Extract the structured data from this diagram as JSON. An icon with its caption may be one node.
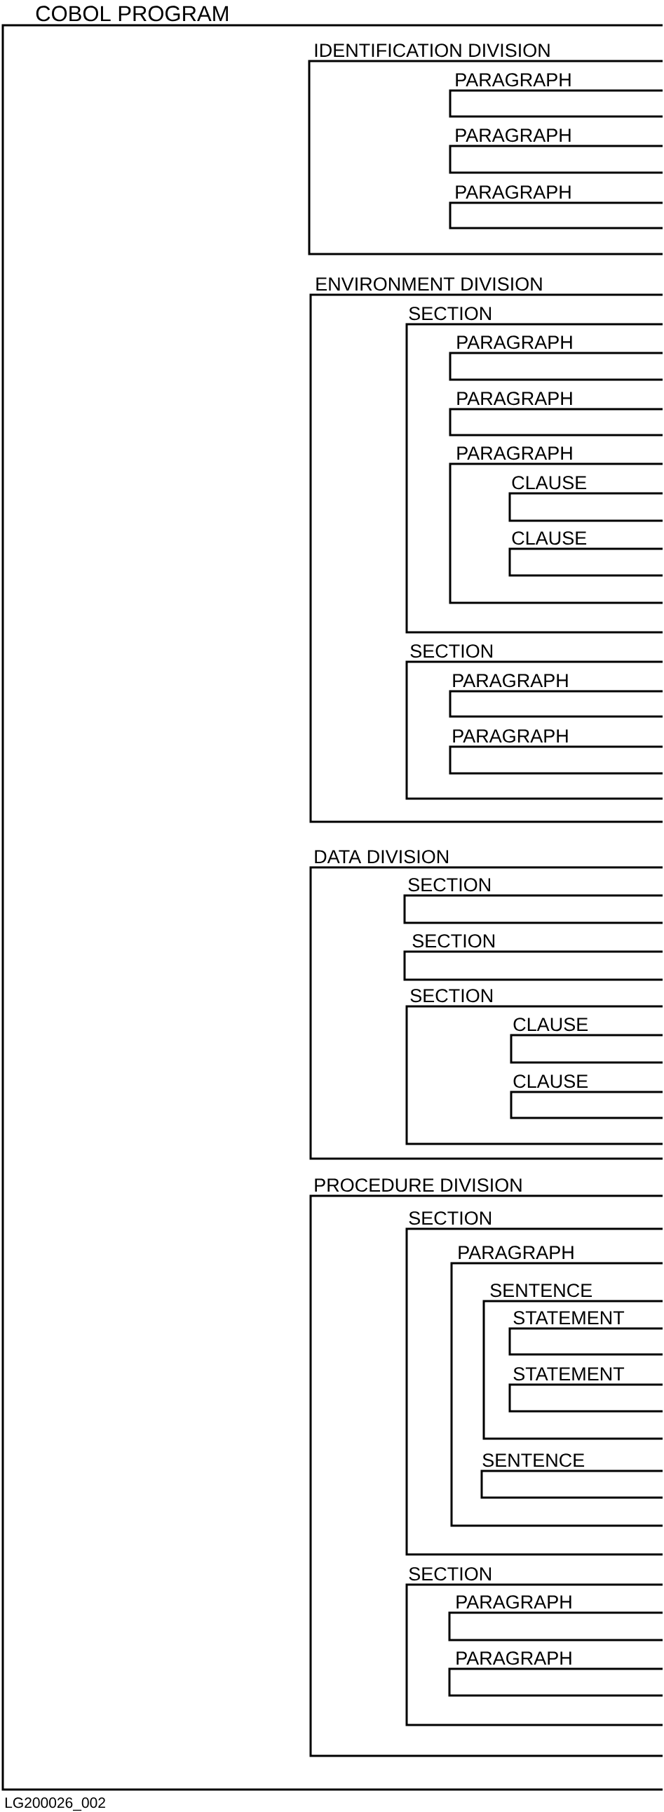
{
  "diagram": {
    "nodes": [
      {
        "text": [
          "COBOL PROGRAM"
        ]
      },
      {
        "text": [
          "IDENTIFICATION DIVISION"
        ],
        "in": 0
      },
      {
        "text": [
          "PARAGRAPH"
        ],
        "in": 1
      },
      {
        "text": [
          "PARAGRAPH"
        ],
        "in": 1
      },
      {
        "text": [
          "PARAGRAPH"
        ],
        "in": 1
      },
      {
        "text": [
          "ENVIRONMENT DIVISION"
        ],
        "in": 0
      },
      {
        "text": [
          "SECTION"
        ],
        "in": 5
      },
      {
        "text": [
          "PARAGRAPH"
        ],
        "in": 6
      },
      {
        "text": [
          "PARAGRAPH"
        ],
        "in": 6
      },
      {
        "text": [
          "PARAGRAPH"
        ],
        "in": 6
      },
      {
        "text": [
          "CLAUSE"
        ],
        "in": 9
      },
      {
        "text": [
          "CLAUSE"
        ],
        "in": 9
      },
      {
        "text": [
          "SECTION"
        ],
        "in": 5
      },
      {
        "text": [
          "PARAGRAPH"
        ],
        "in": 12
      },
      {
        "text": [
          "PARAGRAPH"
        ],
        "in": 12
      },
      {
        "text": [
          "DATA DIVISION"
        ],
        "in": 0
      },
      {
        "text": [
          "SECTION"
        ],
        "in": 15
      },
      {
        "text": [
          "SECTION"
        ],
        "in": 15
      },
      {
        "text": [
          "SECTION"
        ],
        "in": 15
      },
      {
        "text": [
          "CLAUSE"
        ],
        "in": 18
      },
      {
        "text": [
          "CLAUSE"
        ],
        "in": 18
      },
      {
        "text": [
          "PROCEDURE DIVISION"
        ],
        "in": 0
      },
      {
        "text": [
          "SECTION"
        ],
        "in": 21
      },
      {
        "text": [
          "PARAGRAPH"
        ],
        "in": 22
      },
      {
        "text": [
          "SENTENCE"
        ],
        "in": 23
      },
      {
        "text": [
          "STATEMENT"
        ],
        "in": 24
      },
      {
        "text": [
          "STATEMENT"
        ],
        "in": 24
      },
      {
        "text": [
          "SENTENCE"
        ],
        "in": 23
      },
      {
        "text": [
          "SECTION"
        ],
        "in": 21
      },
      {
        "text": [
          "PARAGRAPH"
        ],
        "in": 28
      },
      {
        "text": [
          "PARAGRAPH"
        ],
        "in": 28
      }
    ],
    "labels": [
      "LG200026_002"
    ]
  }
}
